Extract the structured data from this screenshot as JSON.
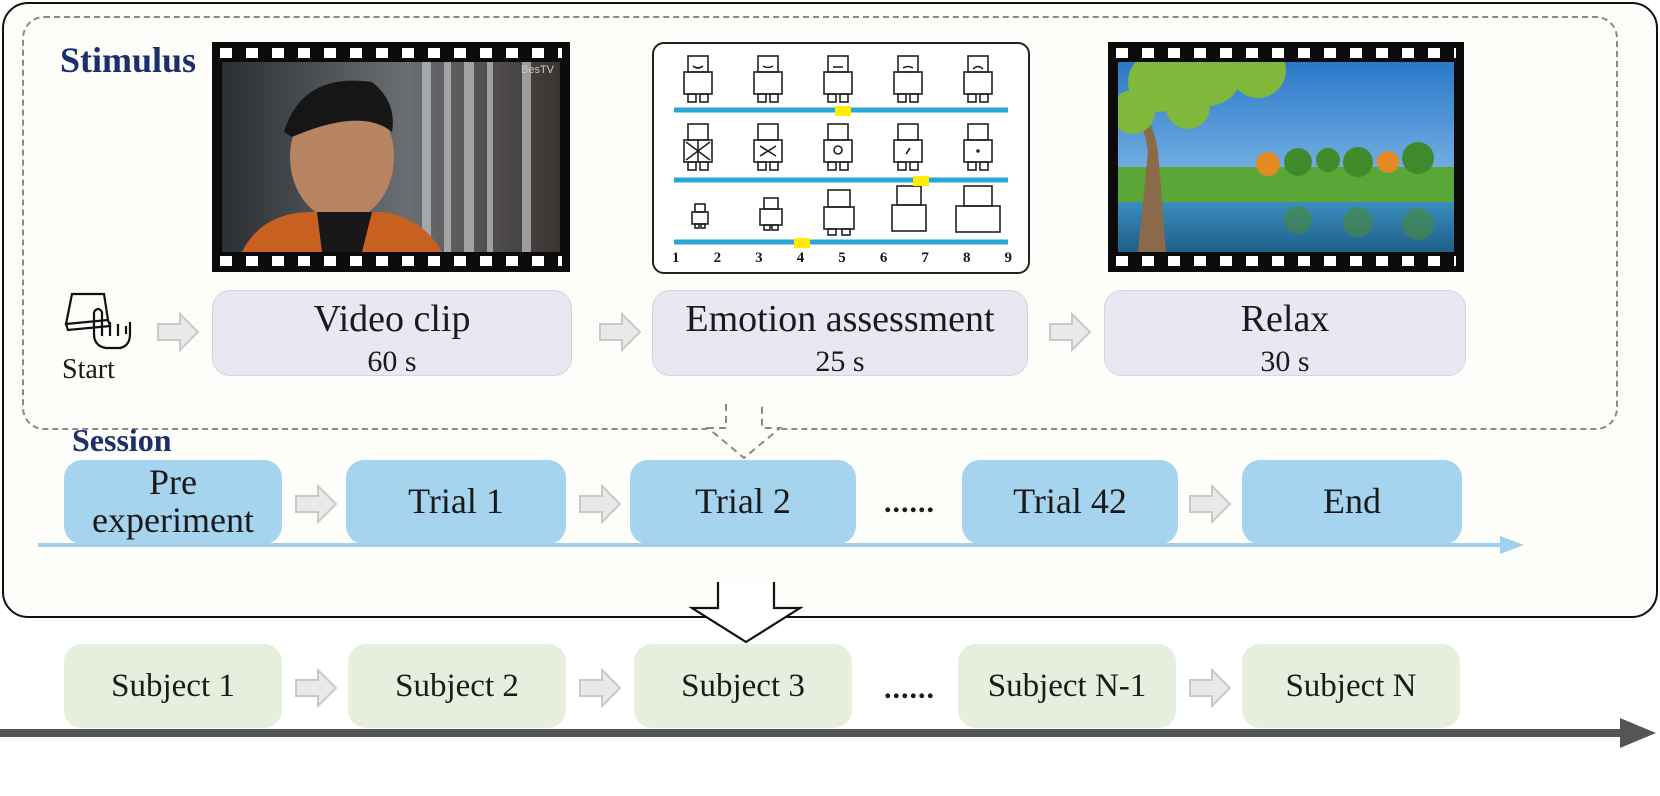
{
  "stimulus": {
    "title": "Stimulus",
    "start_label": "Start",
    "video_watermark": "BesTV",
    "stages": [
      {
        "label": "Video clip",
        "duration": "60 s"
      },
      {
        "label": "Emotion assessment",
        "duration": "25 s"
      },
      {
        "label": "Relax",
        "duration": "30 s"
      }
    ],
    "scale_numbers": [
      "1",
      "2",
      "3",
      "4",
      "5",
      "6",
      "7",
      "8",
      "9"
    ],
    "scale_selected": [
      5,
      7,
      4
    ]
  },
  "session": {
    "title": "Session",
    "trials": [
      "Pre\nexperiment",
      "Trial 1",
      "Trial 2",
      "Trial 42",
      "End"
    ],
    "ellipsis": "......"
  },
  "subjects": {
    "items": [
      "Subject 1",
      "Subject 2",
      "Subject 3",
      "Subject N-1",
      "Subject N"
    ],
    "ellipsis": "......"
  },
  "colors": {
    "stage_box": "#e8e7f2",
    "trial_box": "#a6d3ee",
    "subject_box": "#e6efde",
    "title_blue": "#1b2f6b",
    "timeline_blue": "#9fd0ee",
    "scale_line": "#2aa6d6",
    "scale_marker": "#ffee00"
  }
}
